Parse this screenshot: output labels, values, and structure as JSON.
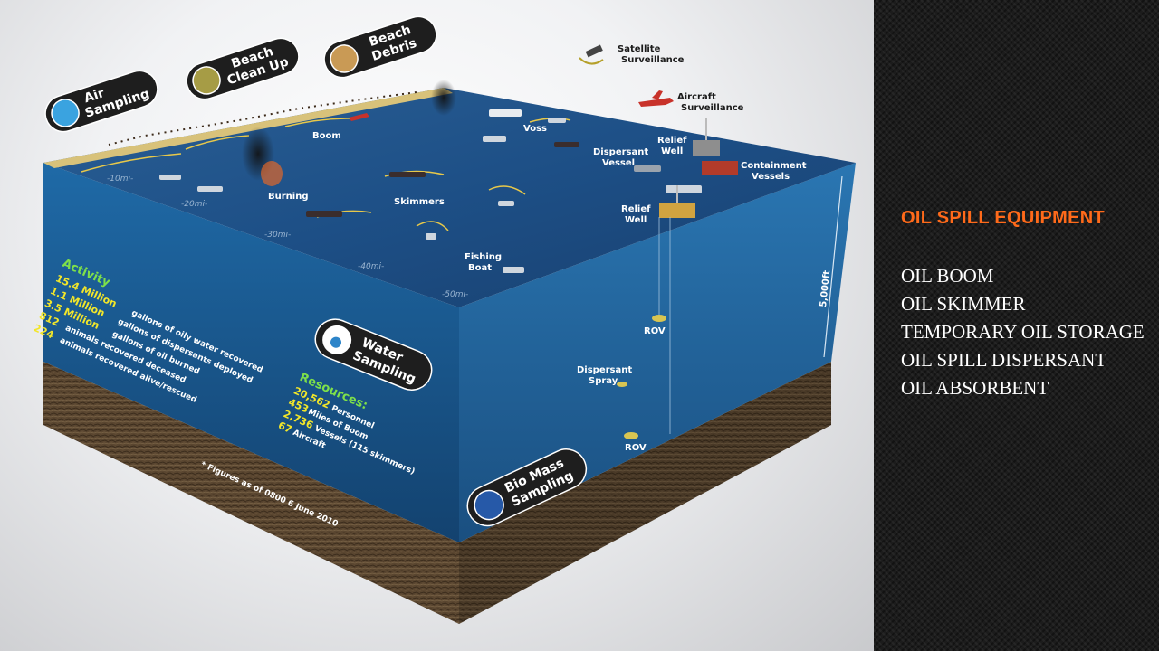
{
  "diagram": {
    "top_labels": {
      "satellite": [
        "Satellite",
        "Surveillance"
      ],
      "aircraft": [
        "Aircraft",
        "Surveillance"
      ],
      "boom": "Boom",
      "voss": "Voss",
      "dispersant_vessel": [
        "Dispersant",
        "Vessel"
      ],
      "relief_well_1": [
        "Relief",
        "Well"
      ],
      "relief_well_2": [
        "Relief",
        "Well"
      ],
      "containment": [
        "Containment",
        "Vessels"
      ],
      "burning": "Burning",
      "skimmers": "Skimmers",
      "fishing_boat": [
        "Fishing",
        "Boat"
      ]
    },
    "miles": [
      "-10mi-",
      "-20mi-",
      "-30mi-",
      "-40mi-",
      "-50mi-"
    ],
    "depth": "5,000ft",
    "underwater": {
      "rov_top": "ROV",
      "rov_bottom": "ROV",
      "dispersant_spray": [
        "Dispersant",
        "Spray"
      ]
    },
    "pills": {
      "air": [
        "Air",
        "Sampling"
      ],
      "beach_cleanup": [
        "Beach",
        "Clean Up"
      ],
      "beach_debris": [
        "Beach",
        "Debris"
      ],
      "water": [
        "Water",
        "Sampling"
      ],
      "biomass": [
        "Bio Mass",
        "Sampling"
      ]
    },
    "activity": {
      "heading": "Activity",
      "items": [
        {
          "num": "15.4 Million",
          "text": "gallons of oily water recovered"
        },
        {
          "num": "1.1 Million",
          "text": "gallons of dispersants deployed"
        },
        {
          "num": "3.5 Million",
          "text": "gallons of oil burned"
        },
        {
          "num": "812",
          "text": "animals recovered deceased"
        },
        {
          "num": "224",
          "text": "animals recovered alive/rescued"
        }
      ],
      "footnote": "* Figures as of 0800 6 June 2010"
    },
    "resources": {
      "heading": "Resources:",
      "items": [
        {
          "num": "20,562",
          "text": "Personnel"
        },
        {
          "num": "453",
          "text": "Miles of Boom"
        },
        {
          "num": "2,736",
          "text": "Vessels (115 skimmers)"
        },
        {
          "num": "67",
          "text": "Aircraft"
        }
      ]
    },
    "colors": {
      "water_top": "#1d4f86",
      "water_front": "#2b6da6",
      "soil": "#5a4630",
      "accent_orange": "#ff6a1a"
    }
  },
  "panel": {
    "title": "OIL SPILL EQUIPMENT",
    "items": [
      "OIL BOOM",
      "OIL SKIMMER",
      "TEMPORARY OIL STORAGE",
      "OIL SPILL DISPERSANT",
      "OIL ABSORBENT"
    ]
  }
}
